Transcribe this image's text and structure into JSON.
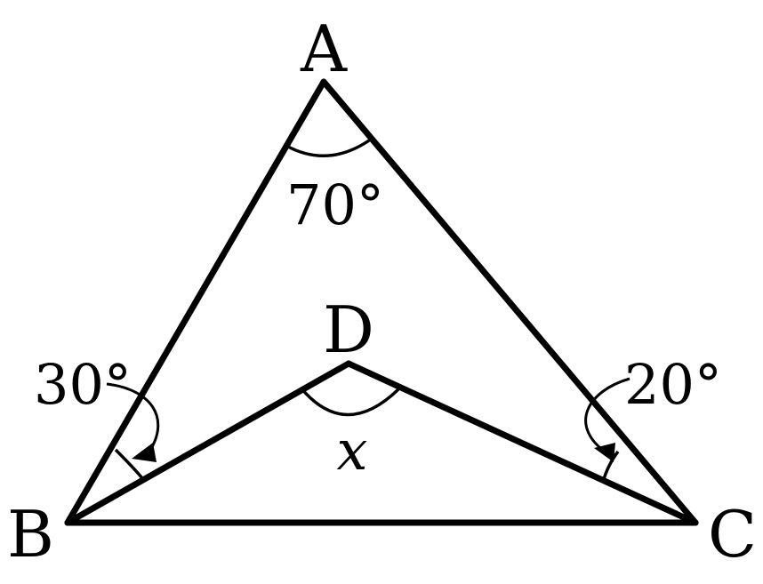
{
  "vertices": {
    "A": "A",
    "B": "B",
    "C": "C",
    "D": "D"
  },
  "angles": {
    "at_A": "70°",
    "at_B": "30°",
    "at_C": "20°",
    "at_D": "x"
  }
}
